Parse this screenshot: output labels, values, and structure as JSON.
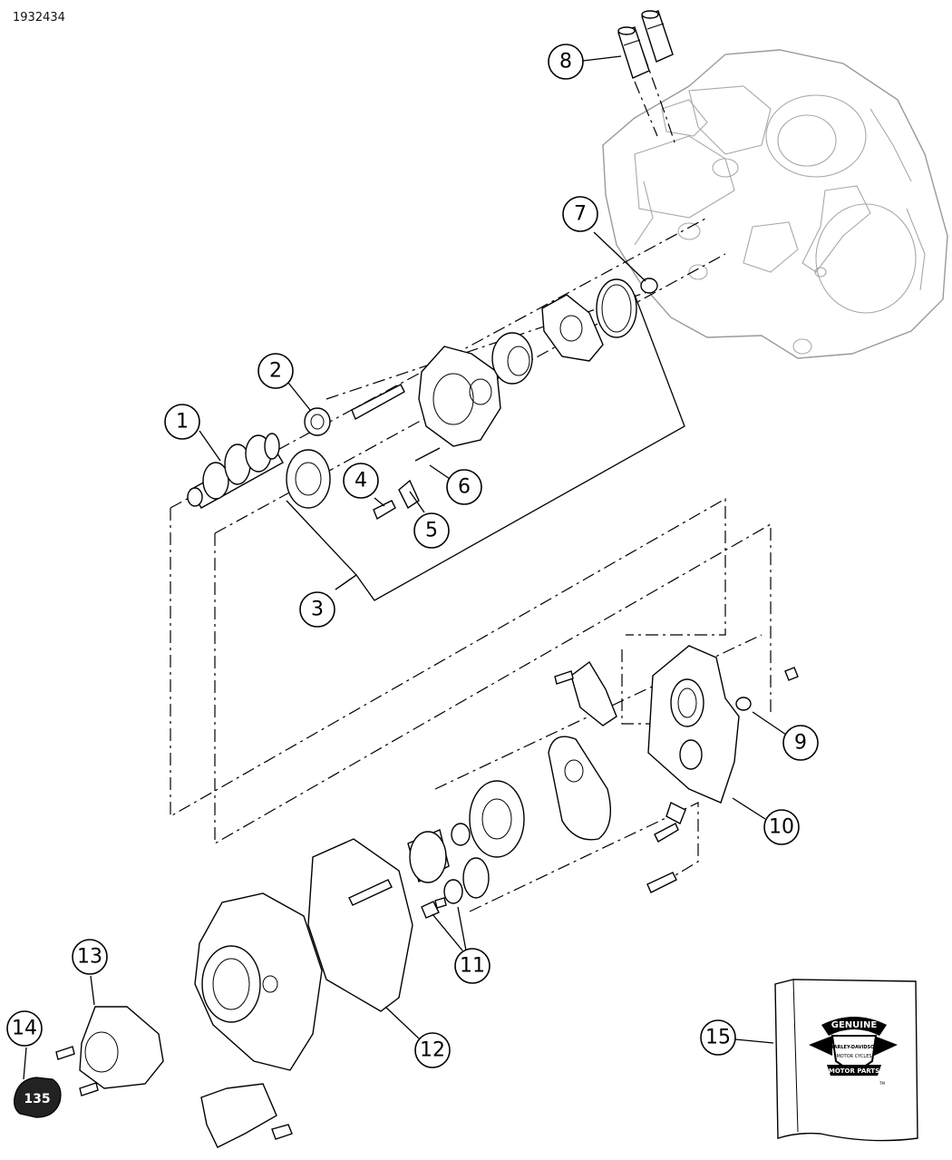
{
  "document": {
    "id": "1932434"
  },
  "callouts": [
    {
      "id": "1",
      "label": "1"
    },
    {
      "id": "2",
      "label": "2"
    },
    {
      "id": "3",
      "label": "3"
    },
    {
      "id": "4",
      "label": "4"
    },
    {
      "id": "5",
      "label": "5"
    },
    {
      "id": "6",
      "label": "6"
    },
    {
      "id": "7",
      "label": "7"
    },
    {
      "id": "8",
      "label": "8"
    },
    {
      "id": "9",
      "label": "9"
    },
    {
      "id": "10",
      "label": "10"
    },
    {
      "id": "11",
      "label": "11"
    },
    {
      "id": "12",
      "label": "12"
    },
    {
      "id": "13",
      "label": "13"
    },
    {
      "id": "14",
      "label": "14"
    },
    {
      "id": "15",
      "label": "15"
    }
  ],
  "badge": {
    "text": "135"
  },
  "logo": {
    "top_text": "GENUINE",
    "brand_line1": "HARLEY-DAVIDSON",
    "brand_line2": "MOTOR CYCLES",
    "bottom_text": "MOTOR PARTS",
    "mark": "TM"
  }
}
